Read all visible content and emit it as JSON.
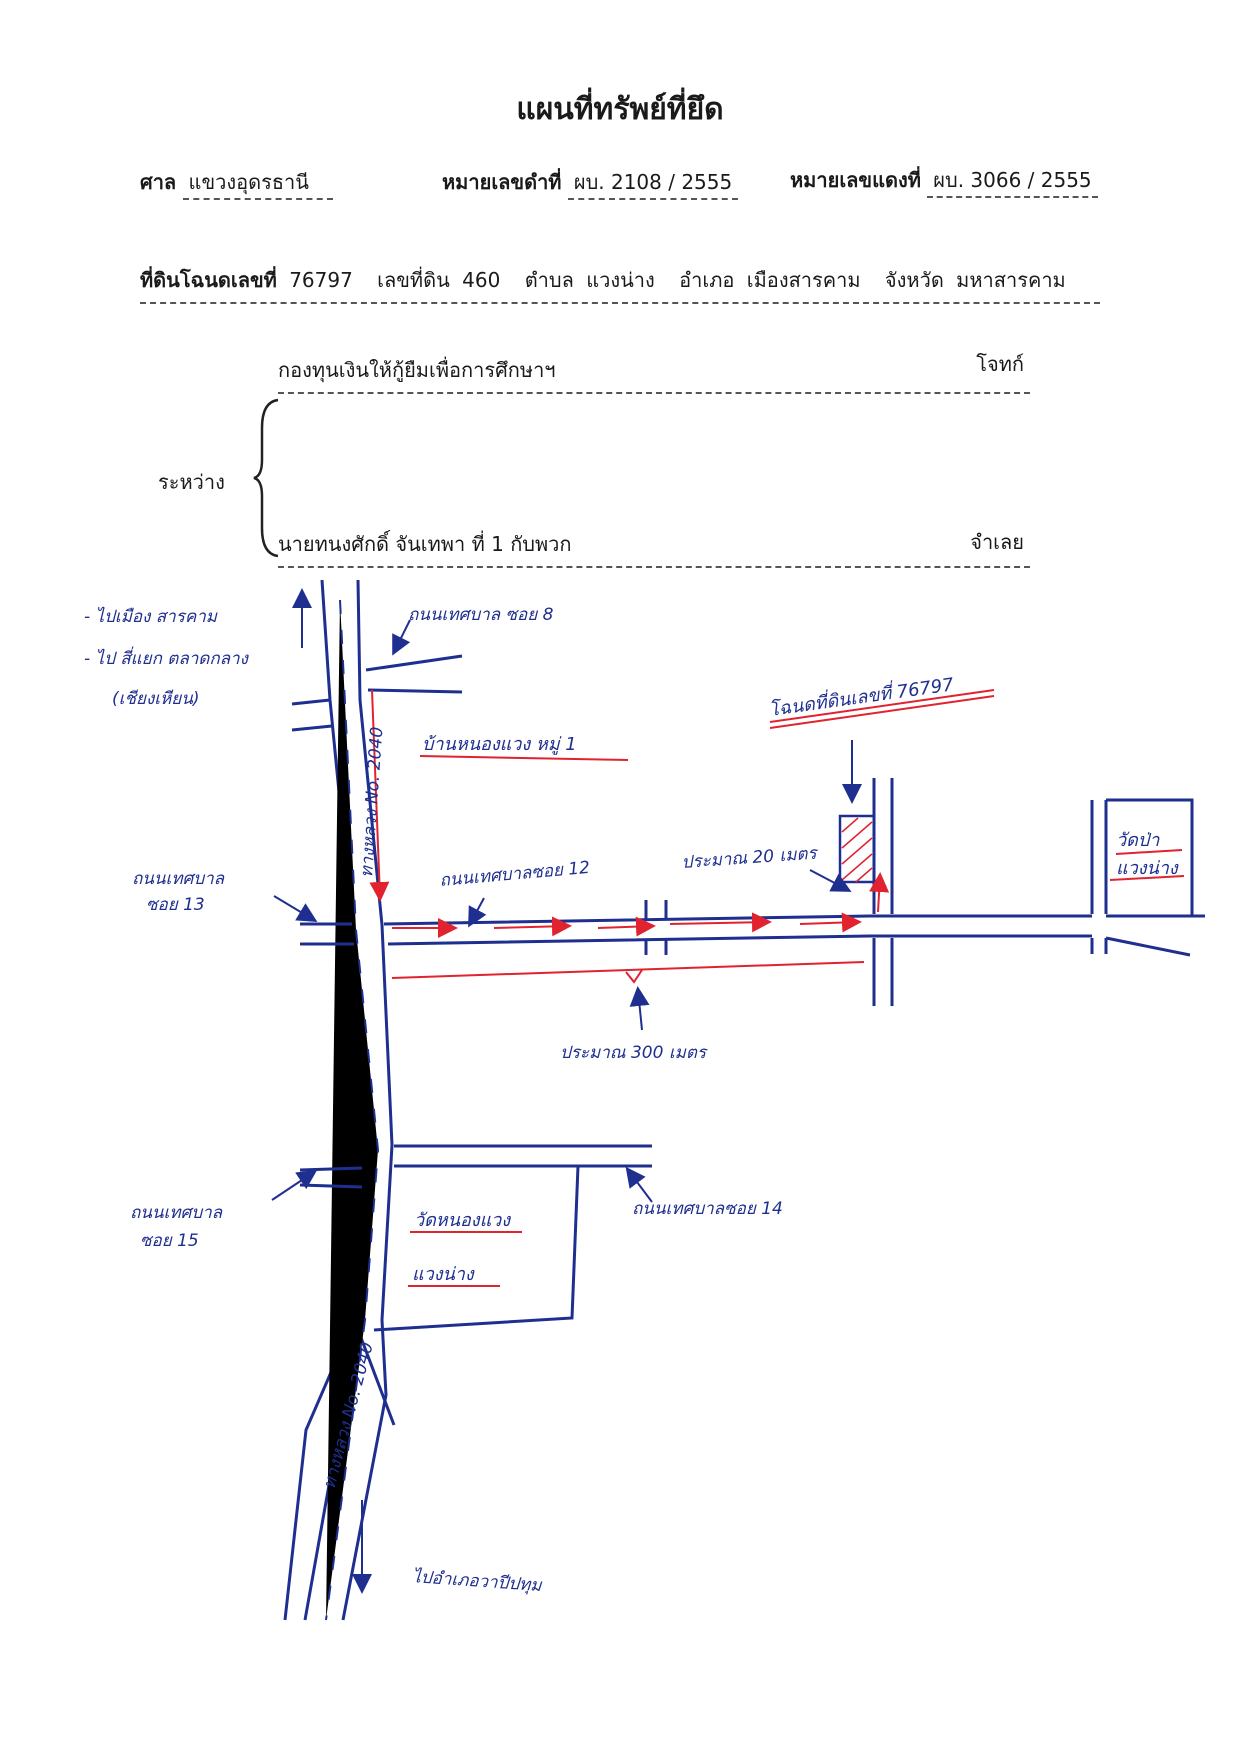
{
  "header": {
    "title": "แผนที่ทรัพย์ที่ยึด",
    "court_label": "ศาล",
    "court_value": "แขวงอุดรธานี",
    "black_case_label": "หมายเลขดำที่",
    "black_case_value": "ผบ. 2108 / 2555",
    "red_case_label": "หมายเลขแดงที่",
    "red_case_value": "ผบ. 3066 / 2555"
  },
  "land": {
    "deed_label": "ที่ดินโฉนดเลขที่",
    "deed_value": "76797",
    "parcel_label": "เลขที่ดิน",
    "parcel_value": "460",
    "subdistrict_label": "ตำบล",
    "subdistrict_value": "แวงน่าง",
    "district_label": "อำเภอ",
    "district_value": "เมืองสารคาม",
    "province_label": "จังหวัด",
    "province_value": "มหาสารคาม"
  },
  "parties": {
    "between_label": "ระหว่าง",
    "plaintiff_name": "กองทุนเงินให้กู้ยืมเพื่อการศึกษาฯ",
    "plaintiff_role": "โจทก์",
    "defendant_name": "นายทนงศักดิ์  จันเทพา    ที่ 1  กับพวก",
    "defendant_role": "จำเลย"
  },
  "map": {
    "to_city": "- ไปเมือง สารคาม",
    "to_junction": "- ไป สี่แยก ตลาดกลาง",
    "to_junction_note": "(เชียงเหียน)",
    "lane8": "ถนนเทศบาล ซอย 8",
    "village": "บ้านหนองแวง หมู่ 1",
    "road_upper": "ทางหลวง No. 2040",
    "road_lower": "ทางหลวง No. 2040",
    "deed_note": "โฉนดที่ดินเลขที่ 76797",
    "lane13_a": "ถนนเทศบาล",
    "lane13_b": "ซอย 13",
    "lane12": "ถนนเทศบาลซอย 12",
    "dist20": "ประมาณ 20 เมตร",
    "temple_a1": "วัดป่า",
    "temple_a2": "แวงน่าง",
    "dist300": "ประมาณ 300 เมตร",
    "lane15_a": "ถนนเทศบาล",
    "lane15_b": "ซอย 15",
    "lane14": "ถนนเทศบาลซอย 14",
    "temple_b1": "วัดหนองแวง",
    "temple_b2": "แวงน่าง",
    "to_district": "ไปอำเภอวาปีปทุม"
  }
}
